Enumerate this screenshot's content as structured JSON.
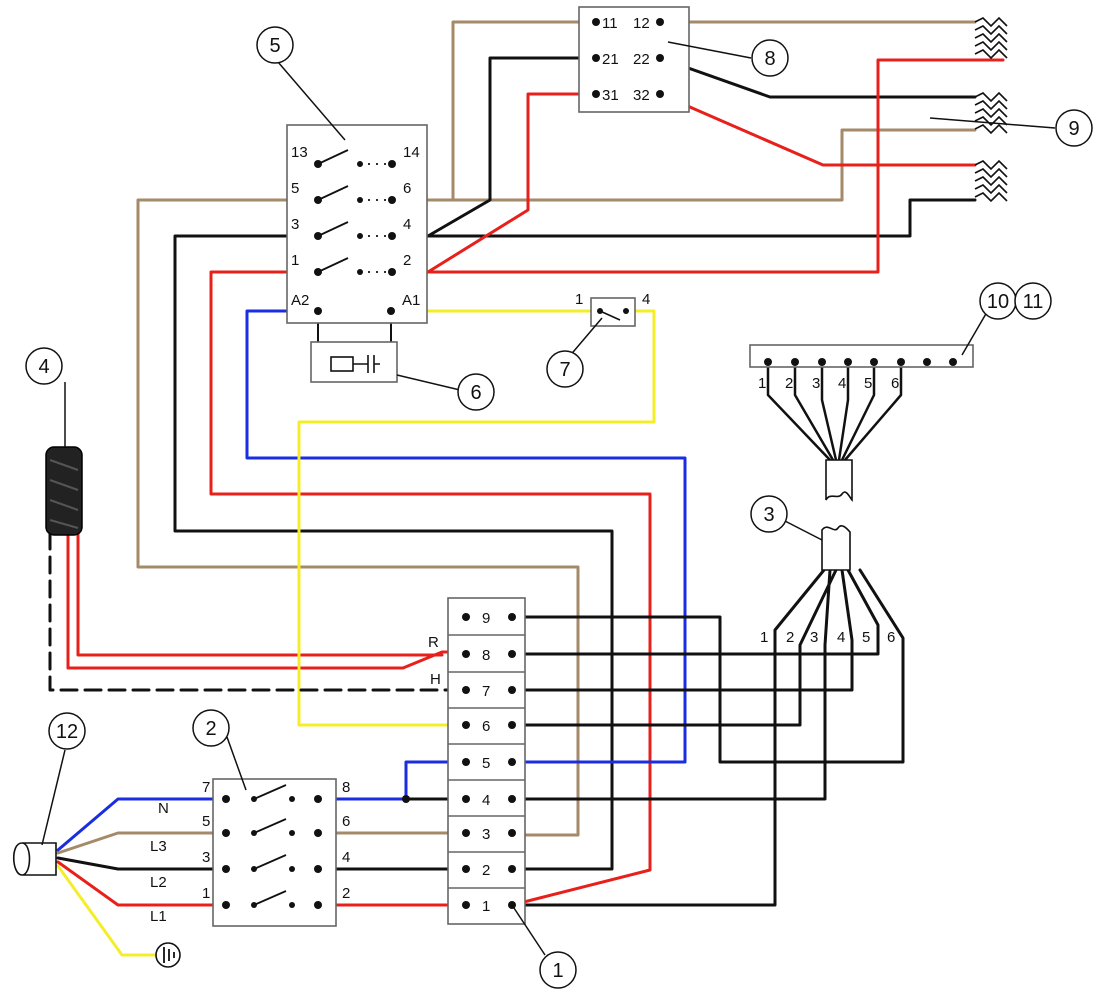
{
  "colors": {
    "brown": "#a58a6a",
    "black": "#111111",
    "red": "#e8201b",
    "blue": "#1a2de0",
    "yellow": "#f4ee2a"
  },
  "callouts": [
    "1",
    "2",
    "3",
    "4",
    "5",
    "6",
    "7",
    "8",
    "9",
    "10",
    "11",
    "12"
  ],
  "contactor": {
    "left": [
      "13",
      "5",
      "3",
      "1"
    ],
    "right": [
      "14",
      "6",
      "4",
      "2"
    ],
    "coil_left": "A2",
    "coil_right": "A1"
  },
  "relay": {
    "left": [
      "11",
      "21",
      "31"
    ],
    "right": [
      "12",
      "22",
      "32"
    ]
  },
  "thermostat": {
    "left": "1",
    "right": "4"
  },
  "main_switch": {
    "left": [
      "7",
      "5",
      "3",
      "1"
    ],
    "right": [
      "8",
      "6",
      "4",
      "2"
    ]
  },
  "supply_labels": [
    "N",
    "L3",
    "L2",
    "L1"
  ],
  "terminal_block": [
    "9",
    "8",
    "7",
    "6",
    "5",
    "4",
    "3",
    "2",
    "1"
  ],
  "sensor_labels": {
    "r": "R",
    "h": "H"
  },
  "cable_top_pins": [
    "1",
    "2",
    "3",
    "4",
    "5",
    "6"
  ],
  "cable_bottom_pins": [
    "1",
    "2",
    "3",
    "4",
    "5",
    "6"
  ]
}
